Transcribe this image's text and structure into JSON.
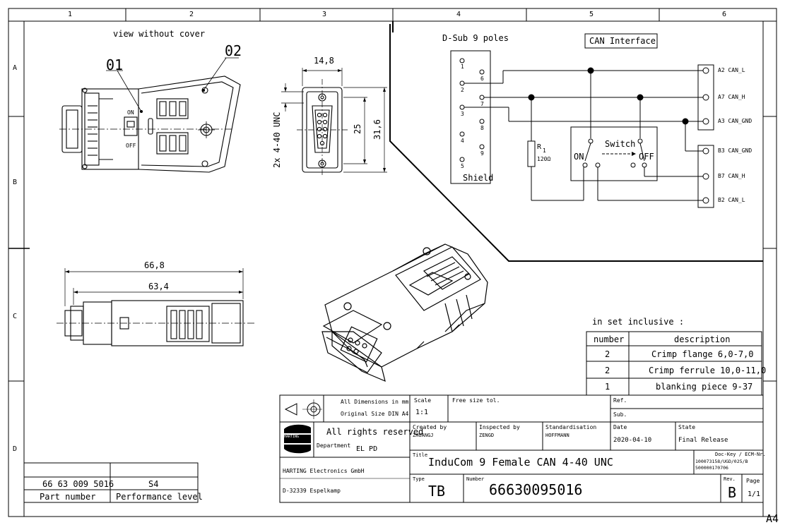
{
  "border": {
    "columns": [
      "1",
      "2",
      "3",
      "4",
      "5",
      "6"
    ],
    "rows": [
      "A",
      "B",
      "C",
      "D"
    ]
  },
  "front_view": {
    "caption": "view without cover",
    "callout_01": "01",
    "callout_02": "02",
    "switch_on": "ON",
    "switch_off": "OFF"
  },
  "end_view": {
    "dim_width": "14,8",
    "dim_height_inner": "25",
    "dim_height_outer": "31,6",
    "dim_thread": "2x 4-40 UNC"
  },
  "side_view": {
    "dim_total": "66,8",
    "dim_body": "63,4"
  },
  "schematic": {
    "dsub_label": "D-Sub 9 poles",
    "can_label": "CAN Interface",
    "shield_label": "Shield",
    "pins": [
      "1",
      "2",
      "3",
      "4",
      "5",
      "6",
      "7",
      "8",
      "9"
    ],
    "resistor_label": "R",
    "resistor_sub": "1",
    "resistor_value": "120Ω",
    "switch_label": "Switch",
    "switch_on": "ON",
    "switch_off": "OFF",
    "terminals": [
      "A2 CAN_L",
      "A7 CAN_H",
      "A3 CAN_GND",
      "B3 CAN_GND",
      "B7 CAN_H",
      "B2 CAN_L"
    ]
  },
  "set_inclusive": {
    "title": "in set inclusive :",
    "columns": [
      "number",
      "description"
    ],
    "rows": [
      {
        "number": "2",
        "description": "Crimp flange 6,0-7,0"
      },
      {
        "number": "2",
        "description": "Crimp ferrule 10,0-11,0"
      },
      {
        "number": "1",
        "description": "blanking piece 9-37"
      }
    ]
  },
  "title_block": {
    "dimensions_note_1": "All Dimensions in mm",
    "dimensions_note_2": "Original Size DIN A4",
    "scale_label": "Scale",
    "scale_value": "1:1",
    "free_size_tol": "Free size tol.",
    "ref_label": "Ref.",
    "sub_label": "Sub.",
    "rights": "All rights reserved",
    "logo_text": "HARTING",
    "department_label": "Department",
    "department_value": "EL PD",
    "company": "HARTING Electronics GmbH",
    "address": "D-32339 Espelkamp",
    "created_label": "Created by",
    "created_value": "ZHUANGJ",
    "inspected_label": "Inspected by",
    "inspected_value": "ZENGD",
    "standard_label": "Standardisation",
    "standard_value": "HOFFMANN",
    "date_label": "Date",
    "date_value": "2020-04-10",
    "state_label": "State",
    "state_value": "Final Release",
    "title_label": "Title",
    "title_value": "InduCom 9 Female CAN 4-40 UNC",
    "dockey_label": "Doc-Key / ECM-Nr.",
    "dockey_value_1": "100073158/UGD/025/B",
    "dockey_value_2": "500000170706",
    "type_label": "Type",
    "type_value": "TB",
    "number_label": "Number",
    "number_value": "66630095016",
    "rev_label": "Rev.",
    "rev_value": "B",
    "page_label": "Page",
    "page_value": "1/1",
    "part_number_value": "66 63 009 5016",
    "part_number_label": "Part number",
    "perf_level_value": "S4",
    "perf_level_label": "Performance level",
    "sheet_size": "A4"
  }
}
